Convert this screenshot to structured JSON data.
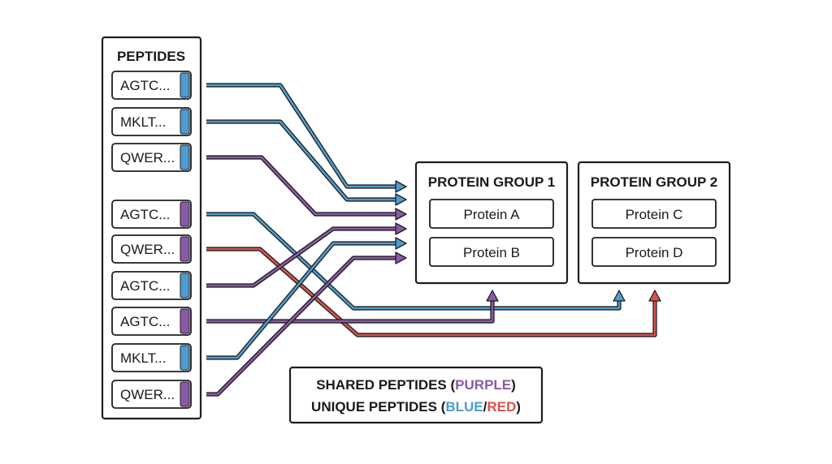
{
  "colors": {
    "shared": "#8a5aa8",
    "unique_blue": "#4d9ccf",
    "unique_red": "#d9534f",
    "outline": "#1e1e1e"
  },
  "peptides_panel": {
    "title": "PEPTIDES",
    "items": [
      {
        "label": "AGTC...",
        "kind": "unique_blue"
      },
      {
        "label": "MKLT...",
        "kind": "unique_blue"
      },
      {
        "label": "QWER...",
        "kind": "unique_blue"
      },
      {
        "label": "AGTC...",
        "kind": "shared"
      },
      {
        "label": "QWER...",
        "kind": "shared"
      },
      {
        "label": "AGTC...",
        "kind": "unique_blue"
      },
      {
        "label": "AGTC...",
        "kind": "shared"
      },
      {
        "label": "MKLT...",
        "kind": "unique_blue"
      },
      {
        "label": "QWER...",
        "kind": "shared"
      }
    ]
  },
  "protein_groups": [
    {
      "title": "PROTEIN GROUP 1",
      "proteins": [
        "Protein A",
        "Protein B"
      ]
    },
    {
      "title": "PROTEIN GROUP 2",
      "proteins": [
        "Protein C",
        "Protein D"
      ]
    }
  ],
  "legend": {
    "line1_prefix": "SHARED PEPTIDES (",
    "line1_color_word": "PURPLE",
    "line1_suffix": ")",
    "line2_prefix": "UNIQUE PEPTIDES (",
    "line2_blue_word": "BLUE",
    "line2_sep": "/",
    "line2_red_word": "RED",
    "line2_suffix": ")"
  },
  "connections": [
    {
      "from_peptide": 1,
      "to": "protein-group-1",
      "color": "unique_blue"
    },
    {
      "from_peptide": 2,
      "to": "protein-group-1",
      "color": "unique_blue"
    },
    {
      "from_peptide": 3,
      "to": "protein-group-1",
      "color": "shared"
    },
    {
      "from_peptide": 4,
      "to": "protein-group-2",
      "color": "unique_blue"
    },
    {
      "from_peptide": 5,
      "to": "protein-group-2",
      "color": "unique_red"
    },
    {
      "from_peptide": 6,
      "to": "protein-group-1",
      "color": "shared"
    },
    {
      "from_peptide": 7,
      "to": "protein-group-1",
      "color": "shared"
    },
    {
      "from_peptide": 8,
      "to": "protein-group-1",
      "color": "unique_blue"
    },
    {
      "from_peptide": 9,
      "to": "protein-group-1",
      "color": "shared"
    }
  ]
}
